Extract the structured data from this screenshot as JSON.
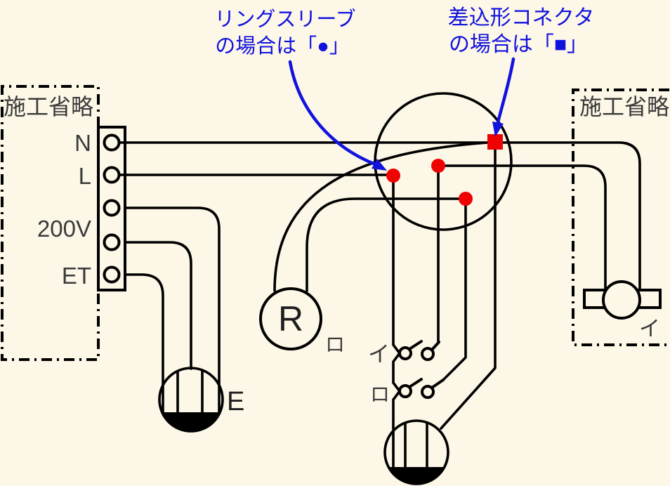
{
  "colors": {
    "background": "#FCF7E6",
    "wire": "#000000",
    "label": "#3A3A3A",
    "dark": "#1E1E1E",
    "red": "#EE0202",
    "blue": "#1212DF"
  },
  "annotations": {
    "ring_sleeve": {
      "line1": "リングスリーブ",
      "line2": "の場合は「●」"
    },
    "push_connector": {
      "line1": "差込形コネクタ",
      "line2": "の場合は「■」"
    }
  },
  "power_source": {
    "label": "施工省略",
    "terminals": [
      "N",
      "L",
      "200V",
      "ET"
    ]
  },
  "right_section": {
    "label": "施工省略",
    "lamp_circuit": "イ"
  },
  "devices": {
    "receptacle": {
      "letter": "R",
      "circuit": "ロ"
    },
    "switch_i": {
      "circuit": "イ"
    },
    "switch_ro": {
      "circuit": "ロ"
    },
    "earth_outlet": {
      "label": "E"
    }
  }
}
